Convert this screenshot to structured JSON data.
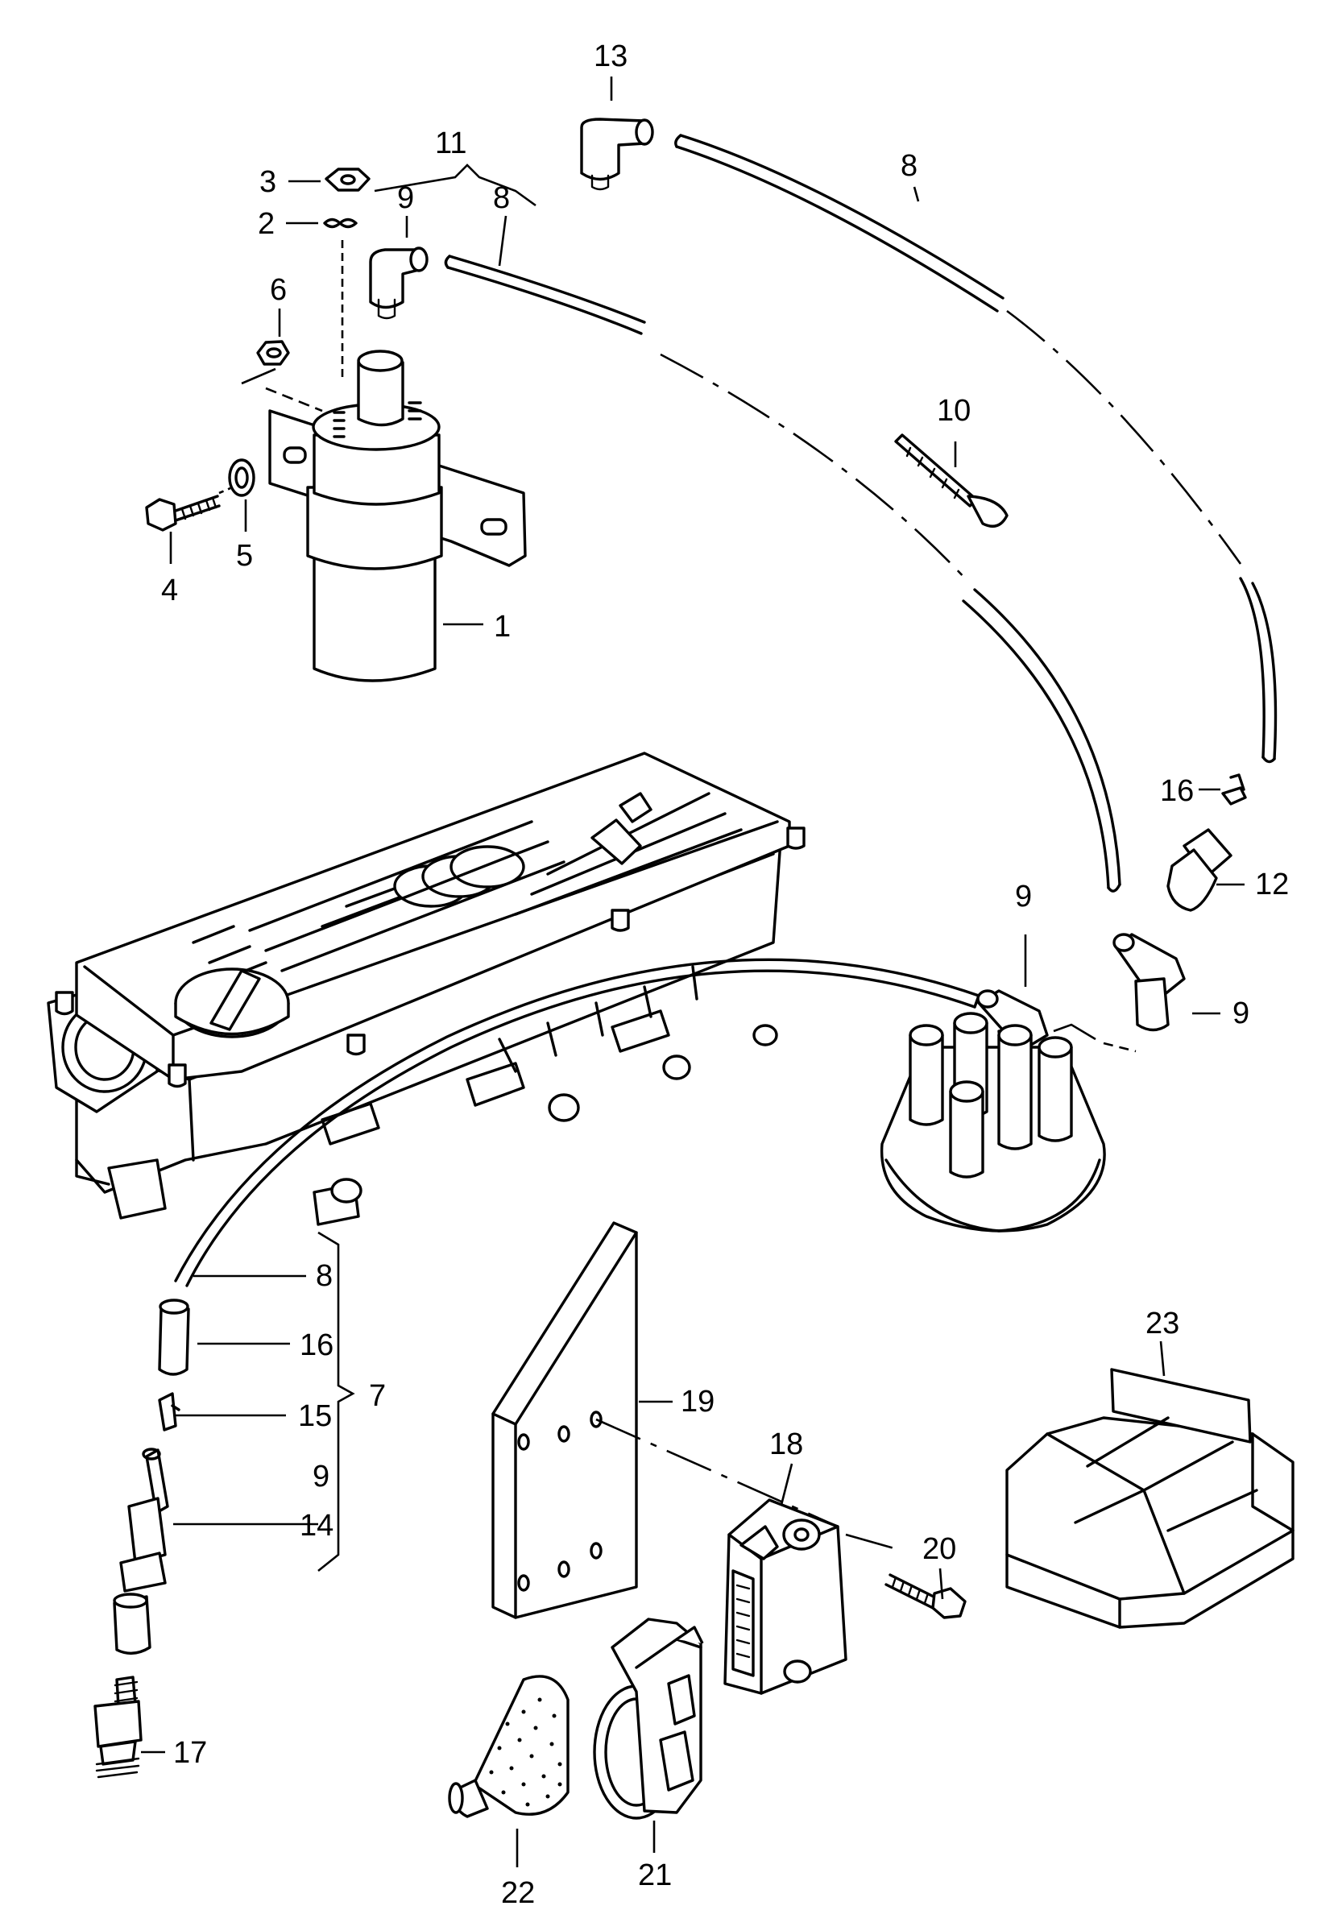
{
  "labels": {
    "l1": "1",
    "l2": "2",
    "l3": "3",
    "l4": "4",
    "l5": "5",
    "l6": "6",
    "l7": "7",
    "l8a": "8",
    "l8b": "8",
    "l8c": "8",
    "l9a": "9",
    "l9b": "9",
    "l9c": "9",
    "l9d": "9",
    "l10": "10",
    "l11": "11",
    "l12": "12",
    "l13": "13",
    "l14": "14",
    "l15": "15",
    "l16a": "16",
    "l16b": "16",
    "l17": "17",
    "l18": "18",
    "l19": "19",
    "l20": "20",
    "l21": "21",
    "l22": "22",
    "l23": "23"
  }
}
